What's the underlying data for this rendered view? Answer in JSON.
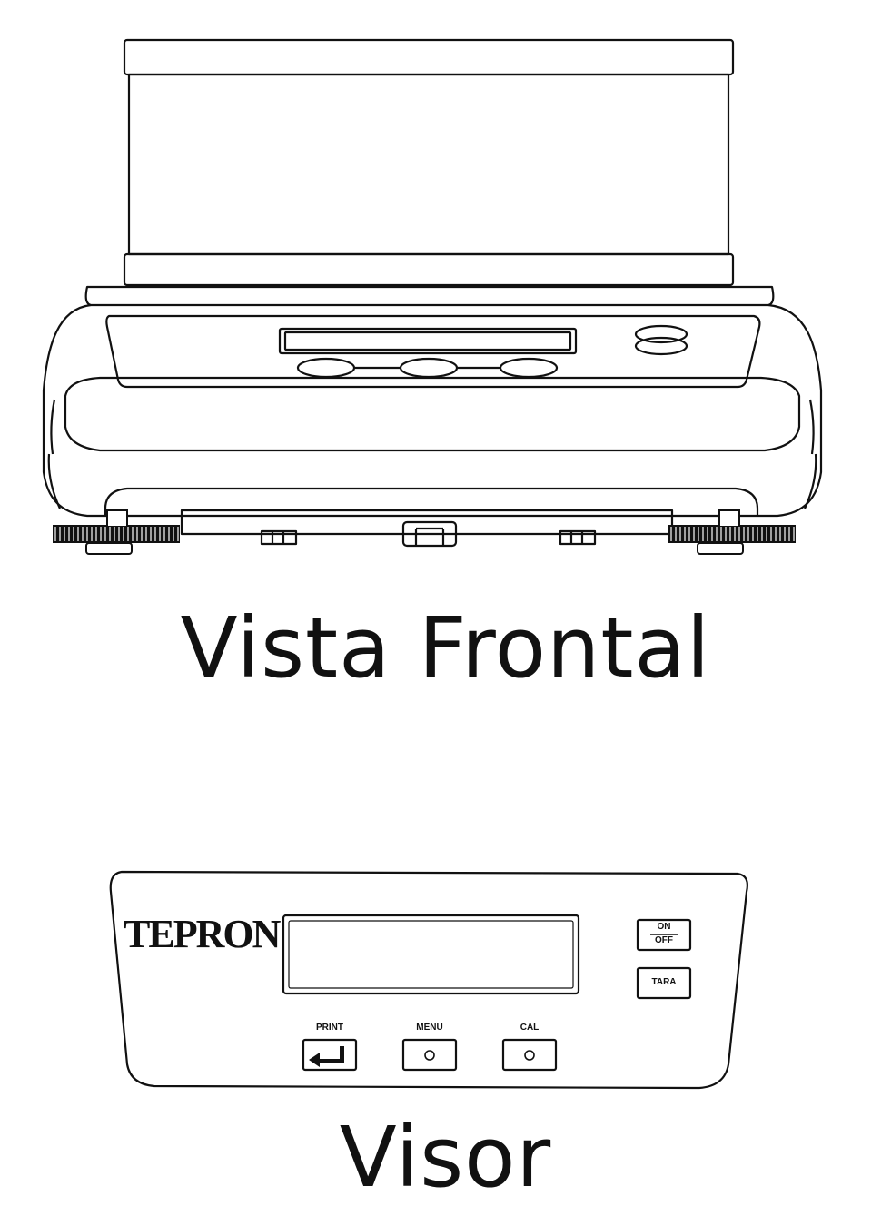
{
  "front_view": {
    "caption": "Vista Frontal"
  },
  "display_panel": {
    "brand": "TEPRON",
    "caption": "Visor",
    "keys": {
      "print": {
        "label": "PRINT",
        "icon": "enter-arrow-icon"
      },
      "menu": {
        "label": "MENU",
        "icon": "circle-icon"
      },
      "cal": {
        "label": "CAL",
        "icon": "circle-icon"
      },
      "on_off": {
        "label_top": "ON",
        "label_bottom": "OFF"
      },
      "tara": {
        "label": "TARA"
      }
    }
  }
}
